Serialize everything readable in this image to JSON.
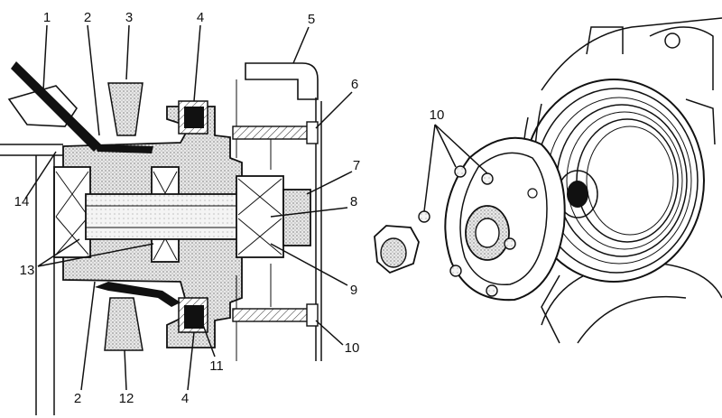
{
  "labels": {
    "left": [
      {
        "key": "l1",
        "text": "1"
      },
      {
        "key": "l2a",
        "text": "2"
      },
      {
        "key": "l3",
        "text": "3"
      },
      {
        "key": "l4a",
        "text": "4"
      },
      {
        "key": "l5",
        "text": "5"
      },
      {
        "key": "l6",
        "text": "6"
      },
      {
        "key": "l7",
        "text": "7"
      },
      {
        "key": "l8",
        "text": "8"
      },
      {
        "key": "l9",
        "text": "9"
      },
      {
        "key": "l10",
        "text": "10"
      },
      {
        "key": "l11",
        "text": "11"
      },
      {
        "key": "l4b",
        "text": "4"
      },
      {
        "key": "l12",
        "text": "12"
      },
      {
        "key": "l2b",
        "text": "2"
      },
      {
        "key": "l13",
        "text": "13"
      },
      {
        "key": "l14",
        "text": "14"
      }
    ],
    "right": [
      {
        "key": "r10",
        "text": "10"
      }
    ]
  }
}
